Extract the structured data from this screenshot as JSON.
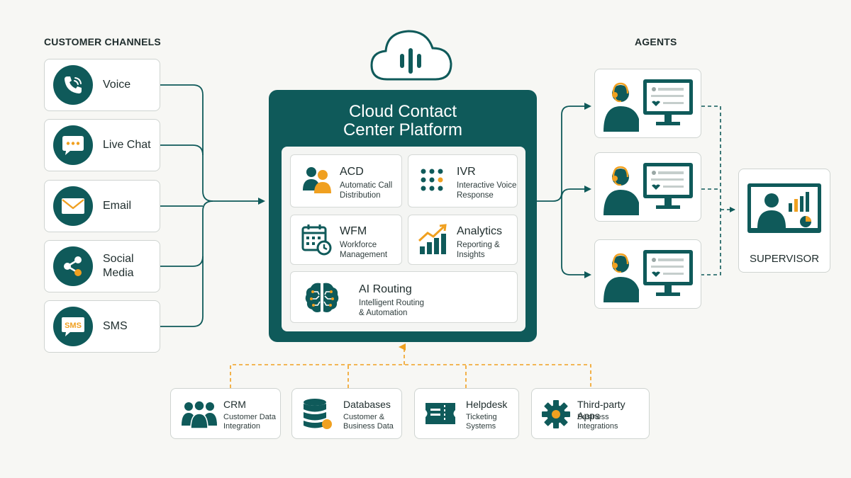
{
  "headings": {
    "channels": "CUSTOMER CHANNELS",
    "agents": "AGENTS"
  },
  "channels": [
    {
      "label": "Voice",
      "icon": "phone-icon"
    },
    {
      "label": "Live Chat",
      "icon": "chat-icon"
    },
    {
      "label": "Email",
      "icon": "email-icon"
    },
    {
      "label": "Social\nMedia",
      "icon": "share-icon"
    },
    {
      "label": "SMS",
      "icon": "sms-icon",
      "icon_text": "SMS"
    }
  ],
  "platform": {
    "title": "Cloud Contact\nCenter Platform",
    "cloud_icon": "cloud-voice-icon"
  },
  "modules": [
    {
      "title": "ACD",
      "subtitle": "Automatic Call\nDistribution",
      "icon": "users-icon"
    },
    {
      "title": "IVR",
      "subtitle": "Interactive Voice\nResponse",
      "icon": "keypad-icon"
    },
    {
      "title": "WFM",
      "subtitle": "Workforce\nManagement",
      "icon": "calendar-clock-icon"
    },
    {
      "title": "Analytics",
      "subtitle": "Reporting &\nInsights",
      "icon": "bar-chart-icon"
    },
    {
      "title": "AI Routing",
      "subtitle": "Intelligent Routing\n& Automation",
      "icon": "brain-icon"
    }
  ],
  "agents": [
    {
      "icon": "agent-headset-icon"
    },
    {
      "icon": "agent-headset-icon"
    },
    {
      "icon": "agent-headset-icon"
    }
  ],
  "supervisor": {
    "label": "SUPERVISOR",
    "icon": "supervisor-dashboard-icon"
  },
  "integrations": [
    {
      "title": "CRM",
      "subtitle": "Customer Data\nIntegration",
      "icon": "people-group-icon"
    },
    {
      "title": "Databases",
      "subtitle": "Customer &\nBusiness Data",
      "icon": "database-icon"
    },
    {
      "title": "Helpdesk",
      "subtitle": "Ticketing\nSystems",
      "icon": "ticket-icon"
    },
    {
      "title": "Third-party Apps",
      "subtitle": "Business\nIntegrations",
      "icon": "gear-icon"
    }
  ],
  "colors": {
    "primary": "#0f5a5a",
    "accent": "#f0a020",
    "background": "#f7f7f4",
    "border": "#cfd4d1"
  }
}
